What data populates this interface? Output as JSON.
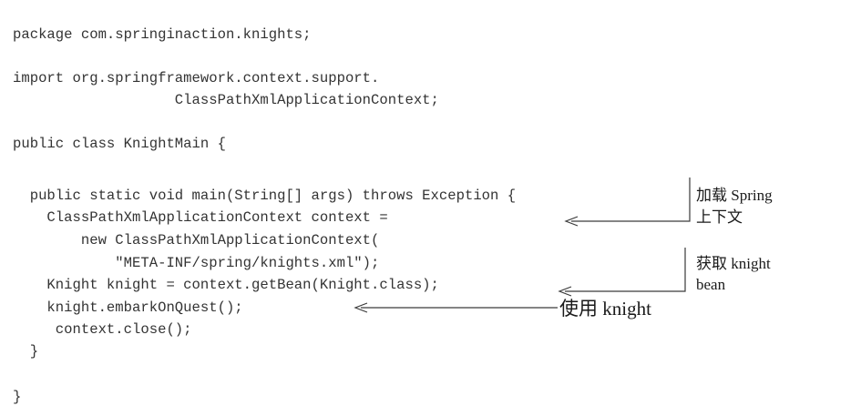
{
  "code": {
    "lines": [
      "package com.springinaction.knights;",
      "import org.springframework.context.support.",
      "                   ClassPathXmlApplicationContext;",
      "public class KnightMain {",
      "  public static void main(String[] args) throws Exception {",
      "    ClassPathXmlApplicationContext context =",
      "        new ClassPathXmlApplicationContext(",
      "            \"META-INF/spring/knights.xml\");",
      "    Knight knight = context.getBean(Knight.class);",
      "    knight.embarkOnQuest();",
      "     context.close();",
      "  }",
      "}"
    ]
  },
  "annotations": {
    "load_context": [
      "加载 Spring",
      "上下文"
    ],
    "get_bean": [
      "获取 knight",
      "bean"
    ],
    "use_knight": "使用 knight"
  }
}
